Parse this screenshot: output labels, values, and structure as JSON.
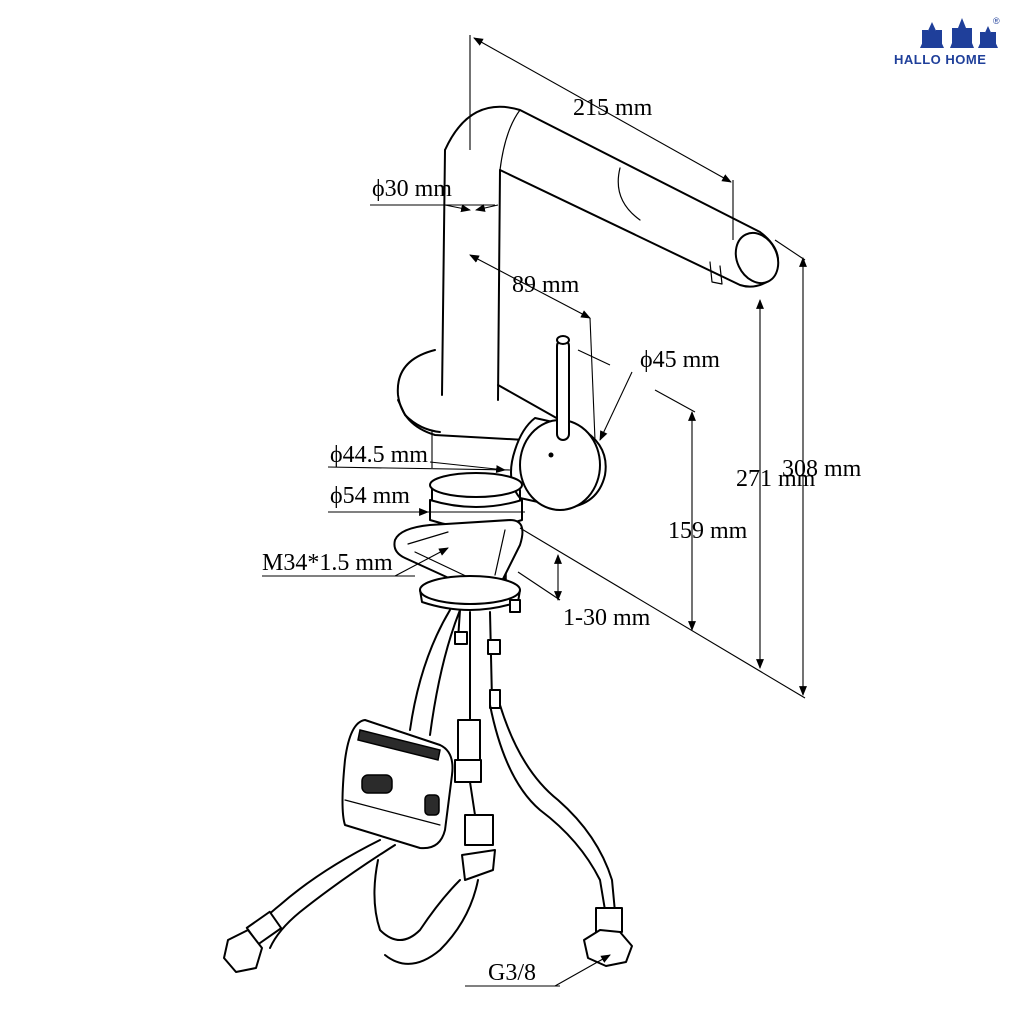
{
  "brand": {
    "name": "HALLO HOME",
    "registered_mark": "®",
    "color": "#1f3f9a"
  },
  "dimensions": {
    "spout_length": "215 mm",
    "tube_diameter": "ϕ30 mm",
    "spout_offset": "89 mm",
    "handle_body_diameter": "ϕ45 mm",
    "base_diameter_upper": "ϕ44.5  mm",
    "base_diameter_lower": "ϕ54 mm",
    "thread_size": "M34*1.5 mm",
    "deck_thickness": "1-30 mm",
    "body_height": "159 mm",
    "spout_height": "271 mm",
    "total_height": "308 mm",
    "hose_connector": "G3/8"
  },
  "colors": {
    "line": "#000000",
    "background": "#ffffff"
  }
}
